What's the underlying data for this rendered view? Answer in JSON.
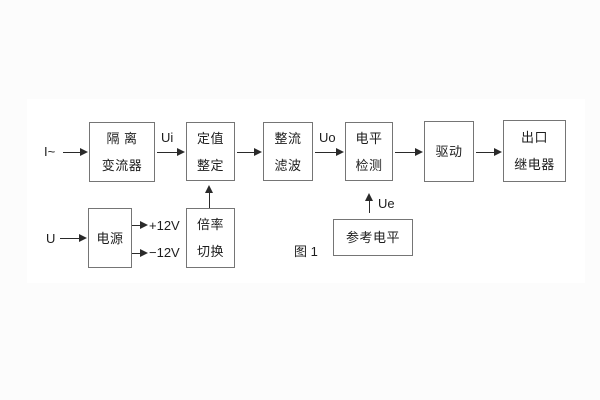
{
  "figure": {
    "caption": "图 1"
  },
  "diagram": {
    "blocks": [
      {
        "id": "isolation-transformer",
        "lines": [
          "隔 离",
          "变流器"
        ]
      },
      {
        "id": "value-setting",
        "lines": [
          "定值",
          "整定"
        ]
      },
      {
        "id": "rectify-filter",
        "lines": [
          "整流",
          "滤波"
        ]
      },
      {
        "id": "level-detect",
        "lines": [
          "电平",
          "检测"
        ]
      },
      {
        "id": "drive",
        "lines": [
          "驱动"
        ]
      },
      {
        "id": "output-relay",
        "lines": [
          "出口",
          "继电器"
        ]
      },
      {
        "id": "power-supply",
        "lines": [
          "电源"
        ]
      },
      {
        "id": "ratio-switch",
        "lines": [
          "倍率",
          "切换"
        ]
      },
      {
        "id": "reference-level",
        "lines": [
          "参考电平"
        ]
      }
    ],
    "labels": {
      "input_current": "I~",
      "input_voltage": "U",
      "ui": "Ui",
      "uo": "Uo",
      "ue": "Ue",
      "plus_12v": "+12V",
      "minus_12v": "−12V"
    },
    "colors": {
      "background_outer": "#fcfcfc",
      "background_inner": "#ffffff",
      "box_border": "#757575",
      "text": "#1d1d1d",
      "arrow": "#2a2a2a"
    }
  }
}
